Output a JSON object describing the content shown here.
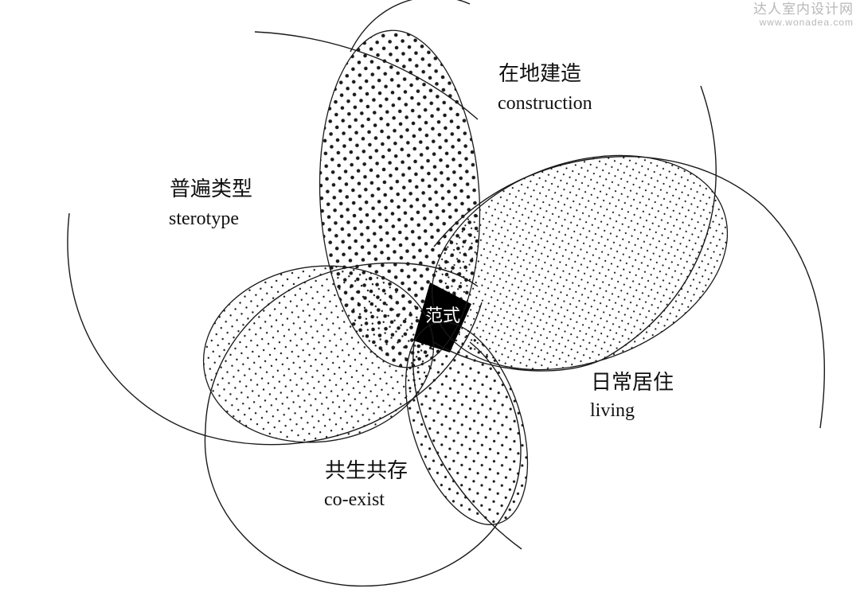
{
  "watermark": {
    "site_name": "达人室内设计网",
    "url": "www.wonadea.com"
  },
  "diagram": {
    "center_label": "范式",
    "regions": [
      {
        "id": "construction",
        "chinese": "在地建造",
        "english": "construction"
      },
      {
        "id": "sterotype",
        "chinese": "普遍类型",
        "english": "sterotype"
      },
      {
        "id": "living",
        "chinese": "日常居住",
        "english": "living"
      },
      {
        "id": "coexist",
        "chinese": "共生共存",
        "english": "co-exist"
      }
    ],
    "colors": {
      "line": "#1a1a1a",
      "dot": "#1a1a1a",
      "center_fill": "#000000",
      "background": "#ffffff"
    }
  }
}
